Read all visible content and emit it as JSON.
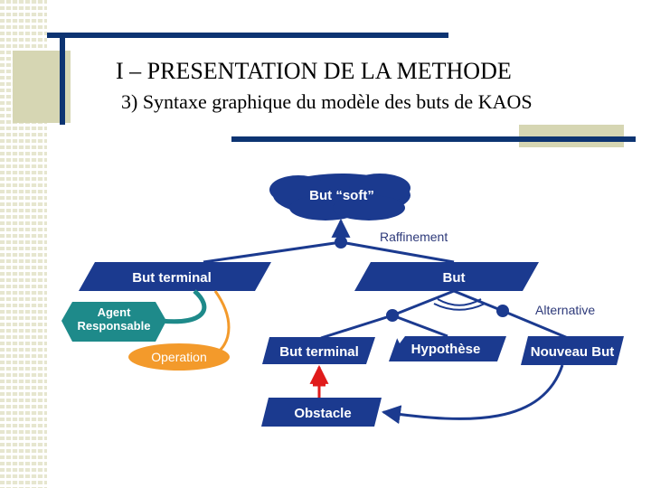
{
  "slide": {
    "title": "I – PRESENTATION DE LA METHODE",
    "subtitle": "3) Syntaxe graphique du modèle des buts de KAOS"
  },
  "colors": {
    "accent_bar": "#0d3472",
    "decor_square": "#d6d6b3",
    "goal_fill": "#1b3a8f",
    "agent_fill": "#1e8a8a",
    "operation_fill": "#f39a2b",
    "obstacle_link": "#e01b1b",
    "edge_label": "#2e3a7a"
  },
  "diagram": {
    "soft_goal": "But “soft”",
    "terminal_goal": "But terminal",
    "goal": "But",
    "agent": [
      "Agent",
      "Responsable"
    ],
    "operation": "Operation",
    "terminal_goal_2": "But terminal",
    "hypothesis": "Hypothèse",
    "new_goal": "Nouveau But",
    "obstacle": "Obstacle",
    "refinement_label": "Raffinement",
    "alternative_label": "Alternative"
  }
}
